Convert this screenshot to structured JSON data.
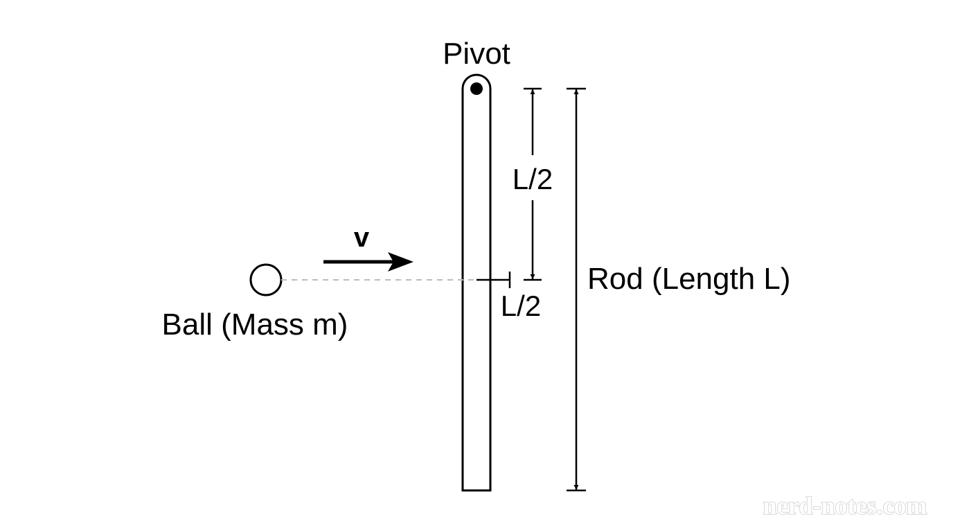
{
  "labels": {
    "pivot": "Pivot",
    "rod": "Rod (Length L)",
    "ball": "Ball (Mass m)",
    "velocity": "v",
    "half_length_upper": "L/2",
    "half_length_lower": "L/2"
  },
  "watermark": "nerd-notes.com",
  "colors": {
    "ink": "#000000",
    "guide_line": "#bbbbbb",
    "background": "#ffffff"
  }
}
